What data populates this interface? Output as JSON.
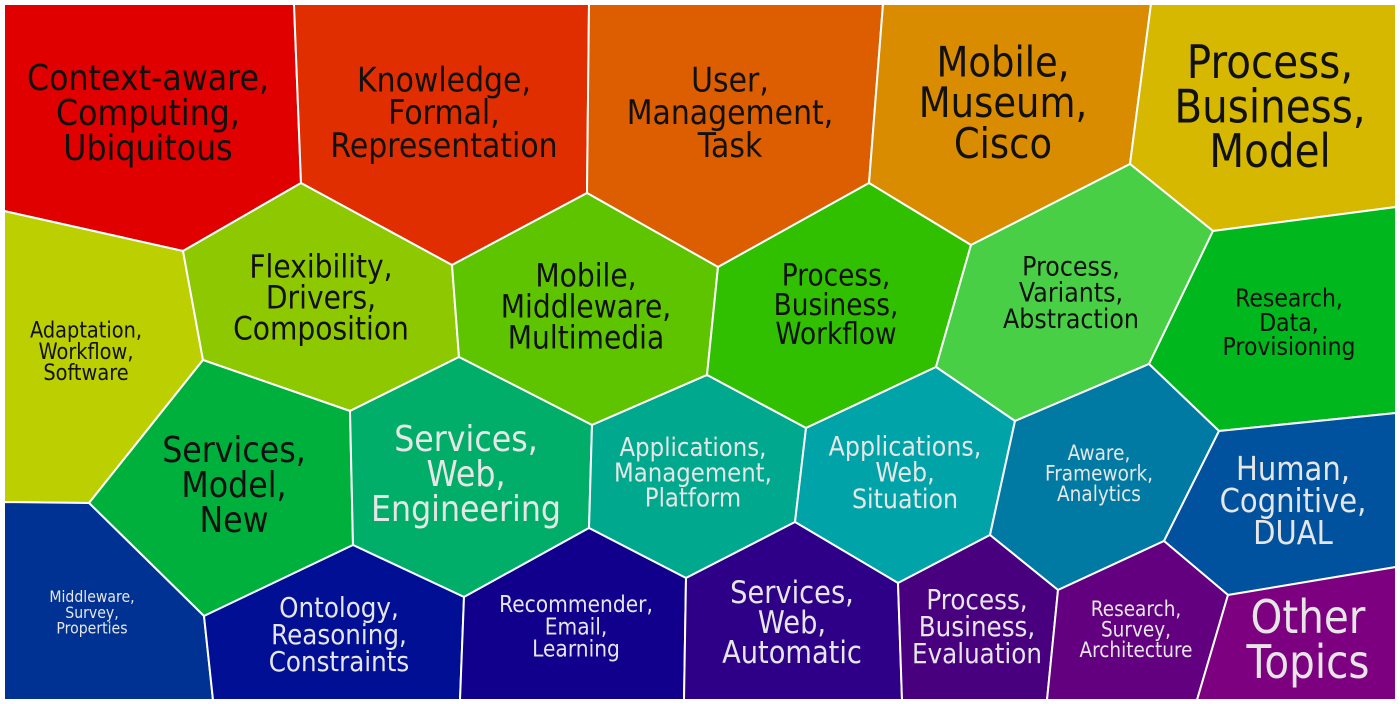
{
  "title": "Topic Voronoi Treemap",
  "cells": [
    {
      "id": "context-aware",
      "lines": [
        "Context-aware,",
        "Computing,",
        "Ubiquitous"
      ],
      "color": "#e00000",
      "text_color": "#111111"
    },
    {
      "id": "knowledge",
      "lines": [
        "Knowledge,",
        "Formal,",
        "Representation"
      ],
      "color": "#e02e00",
      "text_color": "#111111"
    },
    {
      "id": "user",
      "lines": [
        "User,",
        "Management,",
        "Task"
      ],
      "color": "#dc5e00",
      "text_color": "#111111"
    },
    {
      "id": "mobile-museum",
      "lines": [
        "Mobile,",
        "Museum,",
        "Cisco"
      ],
      "color": "#d98c00",
      "text_color": "#111111"
    },
    {
      "id": "process-model",
      "lines": [
        "Process,",
        "Business,",
        "Model"
      ],
      "color": "#d6b800",
      "text_color": "#111111"
    },
    {
      "id": "adaptation",
      "lines": [
        "Adaptation,",
        "Workflow,",
        "Software"
      ],
      "color": "#bccf00",
      "text_color": "#111111"
    },
    {
      "id": "flexibility",
      "lines": [
        "Flexibility,",
        "Drivers,",
        "Composition"
      ],
      "color": "#8ec800",
      "text_color": "#111111"
    },
    {
      "id": "mobile-middleware",
      "lines": [
        "Mobile,",
        "Middleware,",
        "Multimedia"
      ],
      "color": "#5ec400",
      "text_color": "#111111"
    },
    {
      "id": "process-workflow",
      "lines": [
        "Process,",
        "Business,",
        "Workflow"
      ],
      "color": "#30c000",
      "text_color": "#111111"
    },
    {
      "id": "process-variants",
      "lines": [
        "Process,",
        "Variants,",
        "Abstraction"
      ],
      "color": "#48cf45",
      "text_color": "#111111"
    },
    {
      "id": "research-data",
      "lines": [
        "Research,",
        "Data,",
        "Provisioning"
      ],
      "color": "#00b81e",
      "text_color": "#111111"
    },
    {
      "id": "services-model",
      "lines": [
        "Services,",
        "Model,",
        "New"
      ],
      "color": "#00b03c",
      "text_color": "#111111"
    },
    {
      "id": "services-engineering",
      "lines": [
        "Services,",
        "Web,",
        "Engineering"
      ],
      "color": "#00ae6a",
      "text_color": "#e6e6e6"
    },
    {
      "id": "applications-management",
      "lines": [
        "Applications,",
        "Management,",
        "Platform"
      ],
      "color": "#00a88e",
      "text_color": "#e6e6e6"
    },
    {
      "id": "applications-web",
      "lines": [
        "Applications,",
        "Web,",
        "Situation"
      ],
      "color": "#00a3a8",
      "text_color": "#e6e6e6"
    },
    {
      "id": "aware-framework",
      "lines": [
        "Aware,",
        "Framework,",
        "Analytics"
      ],
      "color": "#007aa3",
      "text_color": "#e6e6e6"
    },
    {
      "id": "human-cognitive",
      "lines": [
        "Human,",
        "Cognitive,",
        "DUAL"
      ],
      "color": "#00529e",
      "text_color": "#e6e6e6"
    },
    {
      "id": "middleware-survey",
      "lines": [
        "Middleware,",
        "Survey,",
        "Properties"
      ],
      "color": "#003294",
      "text_color": "#e6e6e6"
    },
    {
      "id": "ontology",
      "lines": [
        "Ontology,",
        "Reasoning,",
        "Constraints"
      ],
      "color": "#000f94",
      "text_color": "#e6e6e6"
    },
    {
      "id": "recommender",
      "lines": [
        "Recommender,",
        "Email,",
        "Learning"
      ],
      "color": "#10008c",
      "text_color": "#e6e6e6"
    },
    {
      "id": "services-automatic",
      "lines": [
        "Services,",
        "Web,",
        "Automatic"
      ],
      "color": "#2e0088",
      "text_color": "#e6e6e6"
    },
    {
      "id": "process-evaluation",
      "lines": [
        "Process,",
        "Business,",
        "Evaluation"
      ],
      "color": "#48007f",
      "text_color": "#e6e6e6"
    },
    {
      "id": "research-survey",
      "lines": [
        "Research,",
        "Survey,",
        "Architecture"
      ],
      "color": "#620080",
      "text_color": "#e6e6e6"
    },
    {
      "id": "other-topics",
      "lines": [
        "Other",
        "Topics"
      ],
      "color": "#7c0080",
      "text_color": "#e6e6e6"
    }
  ]
}
